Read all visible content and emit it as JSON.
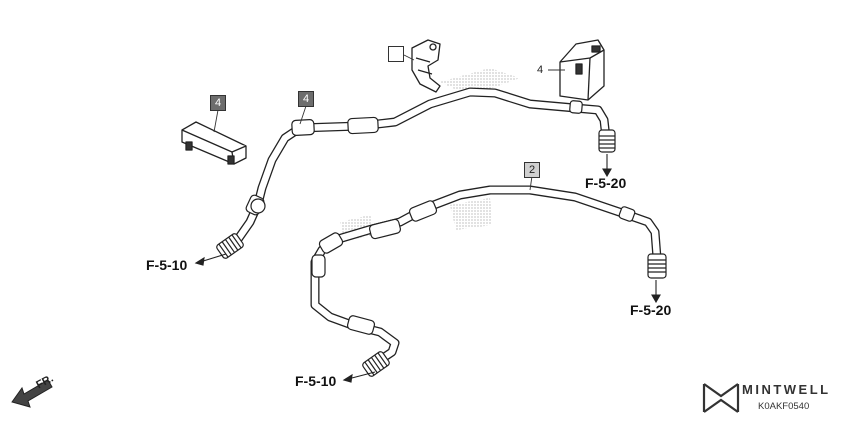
{
  "diagram": {
    "refs": {
      "top_left": "F-5-10",
      "top_right": "F-5-20",
      "bottom_left": "F-5-10",
      "bottom_right": "F-5-20"
    },
    "callouts": {
      "clamp_left": "4",
      "hose_upper": "4",
      "clamp_right": "4",
      "hose_lower": "2",
      "bracket": ""
    },
    "direction": "FR.",
    "diagram_code": "K0AKF0540"
  },
  "brand": {
    "name": "MINTWELL"
  }
}
